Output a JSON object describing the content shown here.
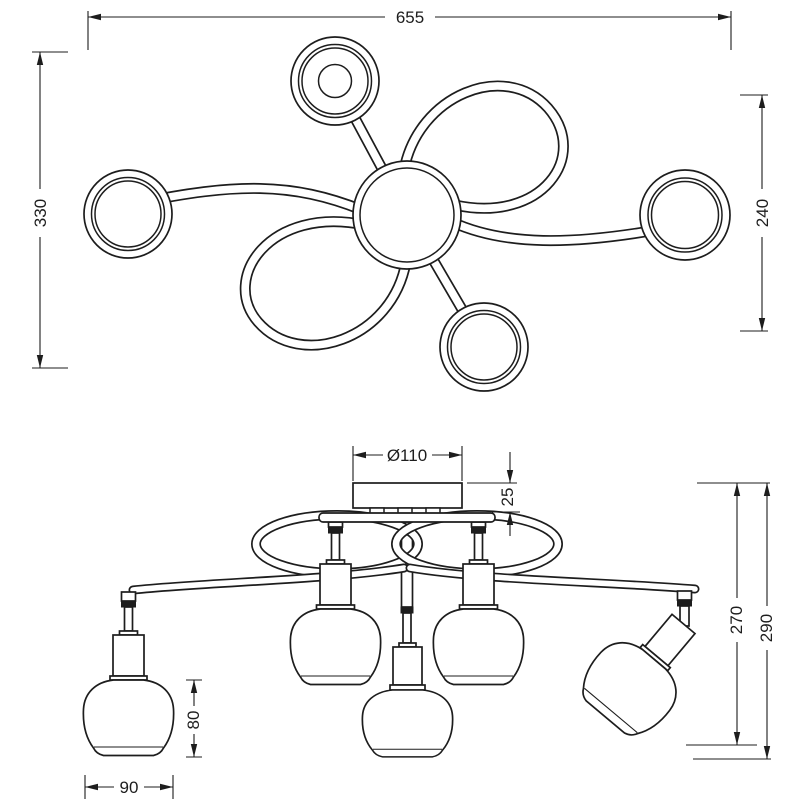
{
  "drawing": {
    "kind": "luminaire dimension drawing",
    "colors": {
      "line": "#1d1d1d",
      "background": "#ffffff"
    }
  },
  "dims": {
    "top_width": "655",
    "top_height": "330",
    "top_right_drop": "240",
    "canopy_diameter": "Ø110",
    "canopy_height": "25",
    "drop_inner": "270",
    "drop_total": "290",
    "shade_height": "80",
    "shade_diameter": "90"
  }
}
